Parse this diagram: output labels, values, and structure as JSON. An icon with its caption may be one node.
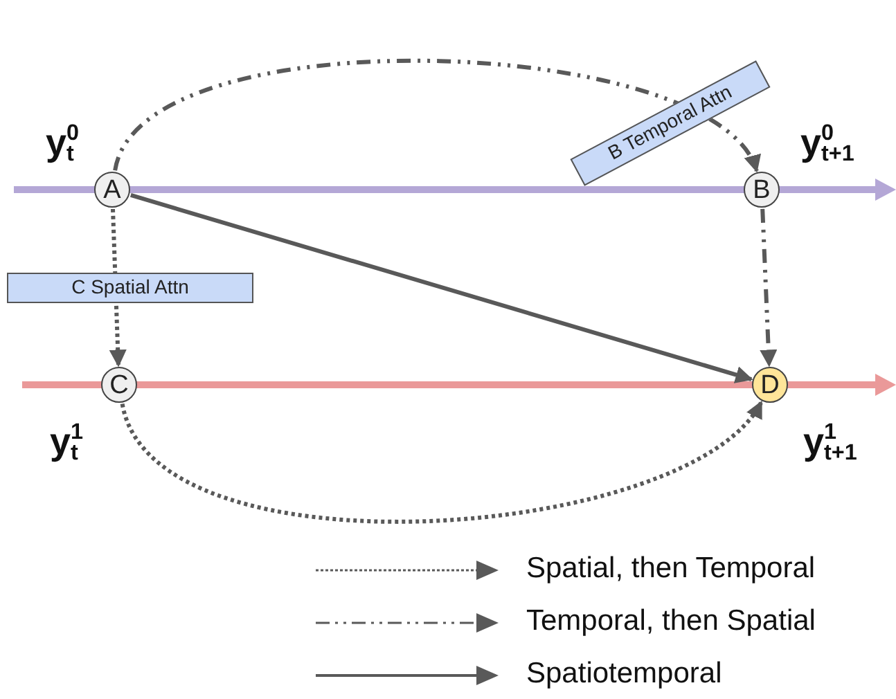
{
  "diagram": {
    "nodes": [
      {
        "text": [
          "A"
        ],
        "beside": [
          "y$_{t}$$^{0}$"
        ]
      },
      {
        "text": [
          "B"
        ],
        "beside": [
          "y$_{t+1}$$^{0}$"
        ]
      },
      {
        "text": [
          "C"
        ],
        "beside": [
          "y$_{t}$$^{1}$"
        ]
      },
      {
        "text": [
          "D"
        ],
        "beside": [
          "y$_{t+1}$$^{1}$"
        ]
      }
    ],
    "edges": [
      {
        "from": 0,
        "to": 1,
        "arrow": "to",
        "style": "dashed",
        "label": "B Temporal Attn"
      },
      {
        "from": 0,
        "to": 2,
        "arrow": "to",
        "style": "dashed",
        "label": "C Spatial Attn"
      },
      {
        "from": 0,
        "to": 3,
        "arrow": "to"
      },
      {
        "from": 1,
        "to": 3,
        "arrow": "to",
        "style": "dashed"
      },
      {
        "from": 2,
        "to": 3,
        "arrow": "to",
        "style": "dashed"
      }
    ],
    "legend": [
      {
        "text": "Spatial, then Temporal"
      },
      {
        "text": "Temporal, then Spatial"
      },
      {
        "text": "Spatiotemporal"
      }
    ]
  }
}
